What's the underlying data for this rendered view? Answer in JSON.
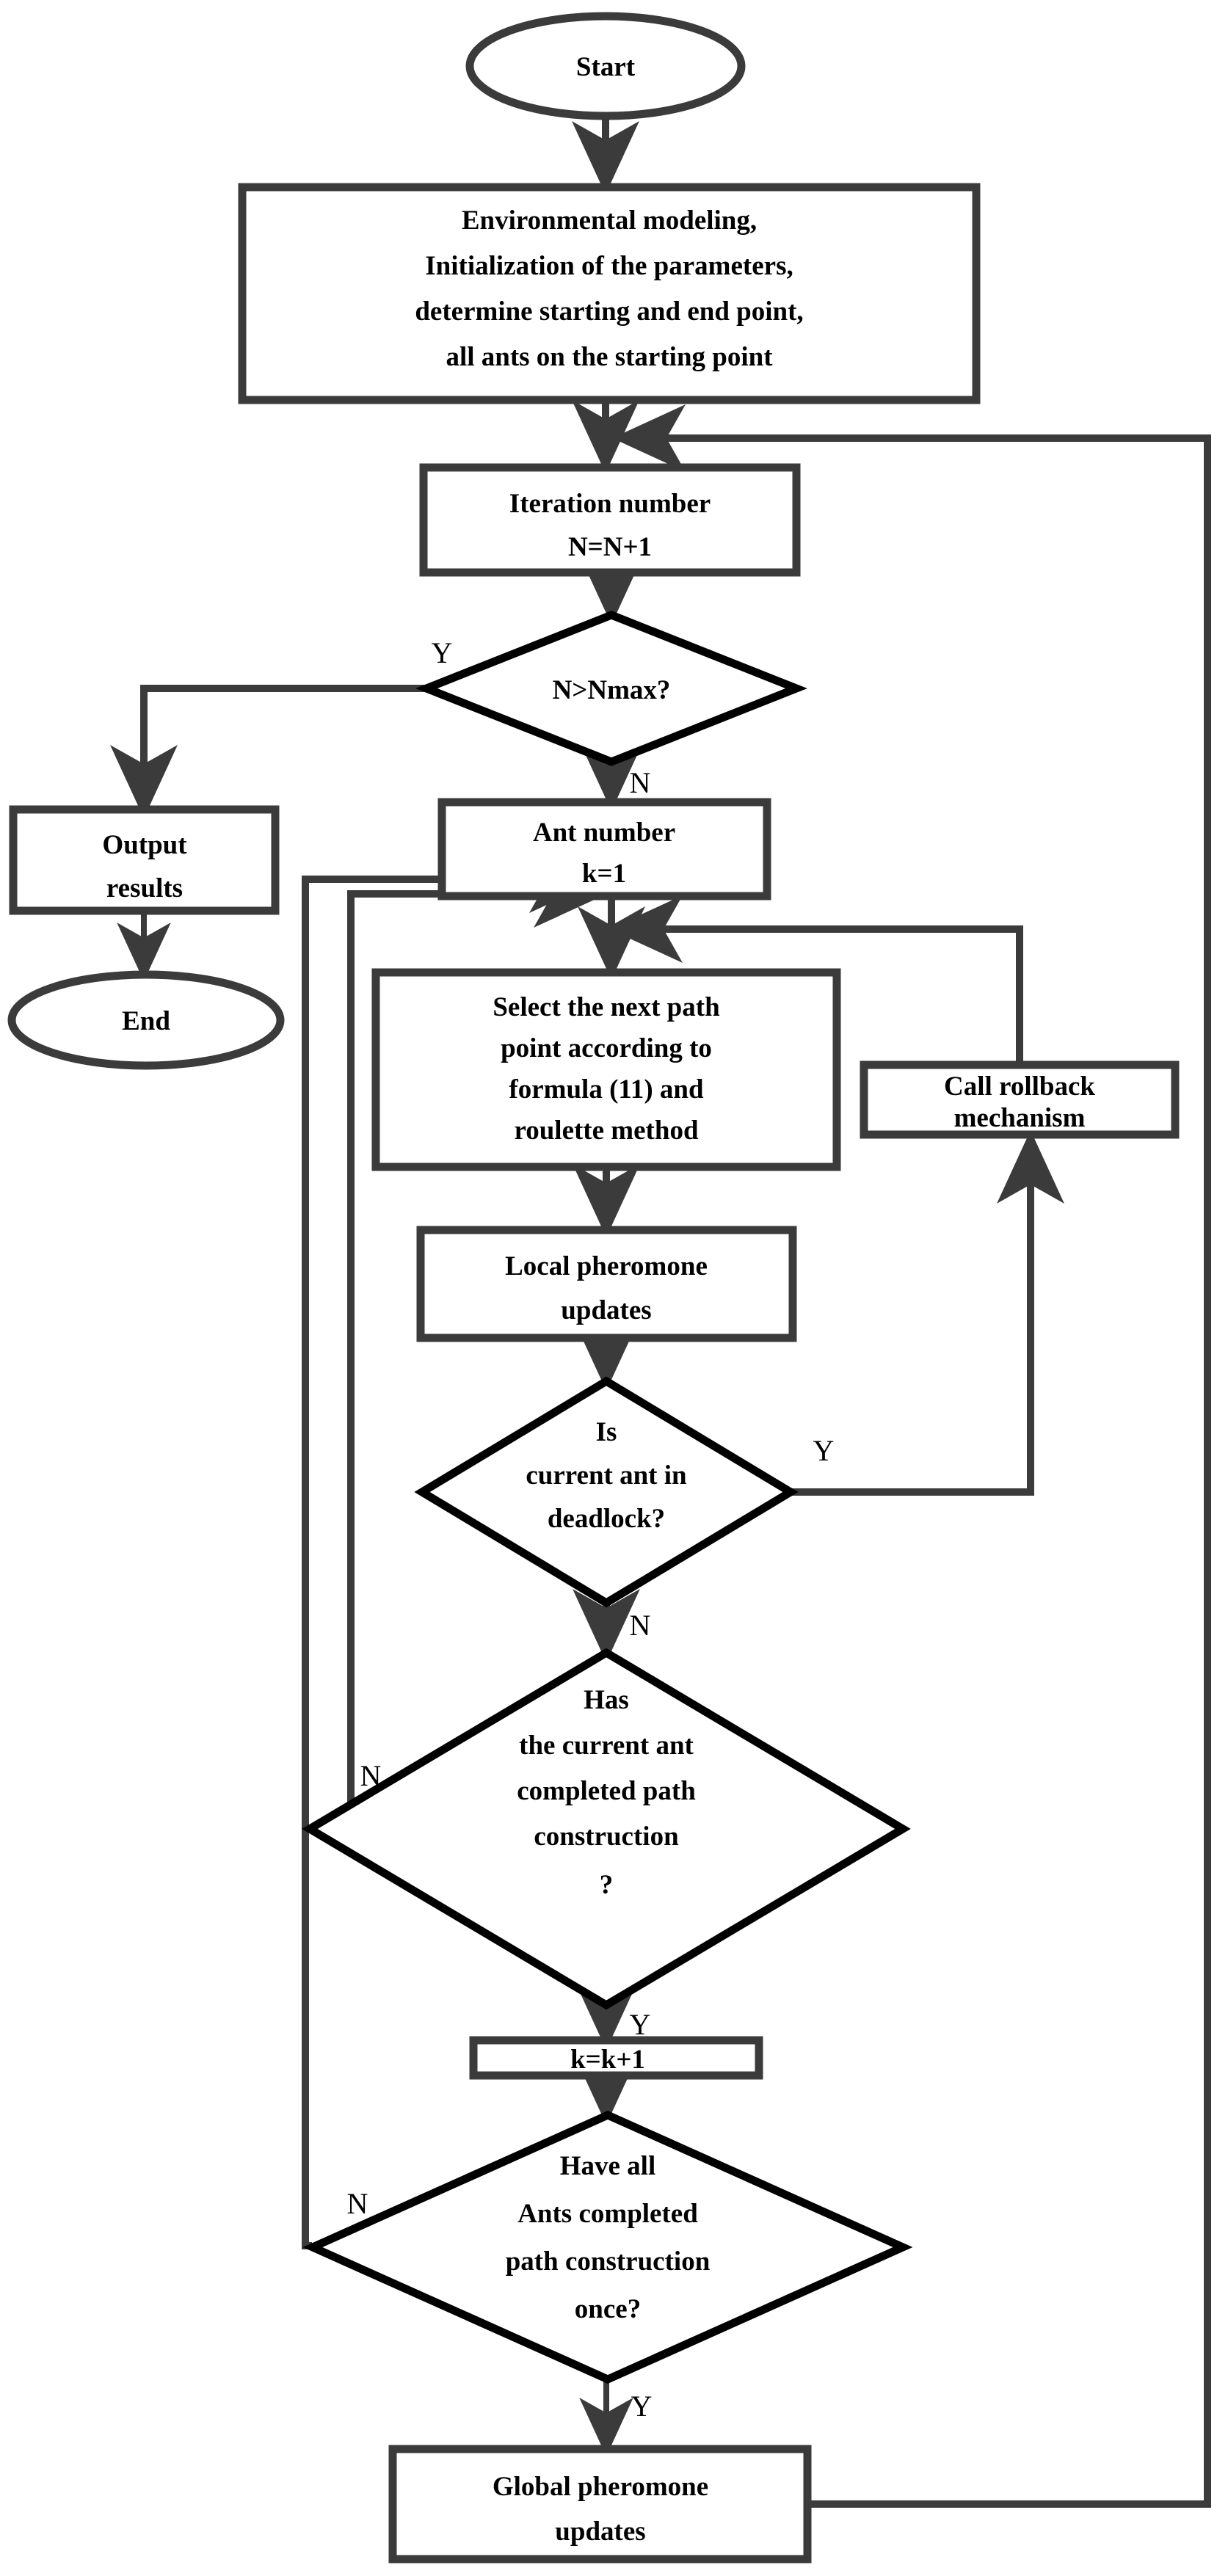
{
  "diagram": {
    "title": "Ant colony path planning algorithm flowchart",
    "colors": {
      "shape_stroke": "#3b3b3b",
      "decision_stroke": "#000000",
      "connector": "#3b3b3b",
      "background": "#ffffff",
      "text": "#000000"
    }
  },
  "nodes": {
    "start": {
      "type": "terminator",
      "label": "Start"
    },
    "init": {
      "type": "process",
      "lines": [
        "Environmental modeling,",
        "Initialization of the parameters,",
        "determine starting and end point,",
        "all ants on the starting point"
      ]
    },
    "iteration": {
      "type": "process",
      "lines": [
        "Iteration number",
        "N=N+1"
      ]
    },
    "nmax": {
      "type": "decision",
      "lines": [
        "N>Nmax?"
      ]
    },
    "output": {
      "type": "process",
      "lines": [
        "Output",
        "results"
      ]
    },
    "end": {
      "type": "terminator",
      "label": "End"
    },
    "antnumber": {
      "type": "process",
      "lines": [
        "Ant number",
        "k=1"
      ]
    },
    "select": {
      "type": "process",
      "lines": [
        "Select the next path",
        "point according to",
        "formula (11) and",
        "roulette method"
      ]
    },
    "localpher": {
      "type": "process",
      "lines": [
        "Local pheromone",
        "updates"
      ]
    },
    "rollback": {
      "type": "process",
      "lines": [
        "Call rollback",
        "mechanism"
      ]
    },
    "deadlock": {
      "type": "decision",
      "lines": [
        "Is",
        "current ant in",
        "deadlock?"
      ]
    },
    "antpath": {
      "type": "decision",
      "lines": [
        "Has",
        "the current ant",
        "completed path",
        "construction",
        "?"
      ]
    },
    "kincr": {
      "type": "process",
      "lines": [
        "k=k+1"
      ]
    },
    "allants": {
      "type": "decision",
      "lines": [
        "Have all",
        "Ants completed",
        "path construction",
        "once?"
      ]
    },
    "globalpher": {
      "type": "process",
      "lines": [
        "Global pheromone",
        "updates"
      ]
    }
  },
  "branch_labels": {
    "nmax_yes": "Y",
    "nmax_no": "N",
    "deadlock_yes": "Y",
    "deadlock_no": "N",
    "antpath_no": "N",
    "antpath_yes": "Y",
    "allants_no": "N",
    "allants_yes": "Y"
  }
}
